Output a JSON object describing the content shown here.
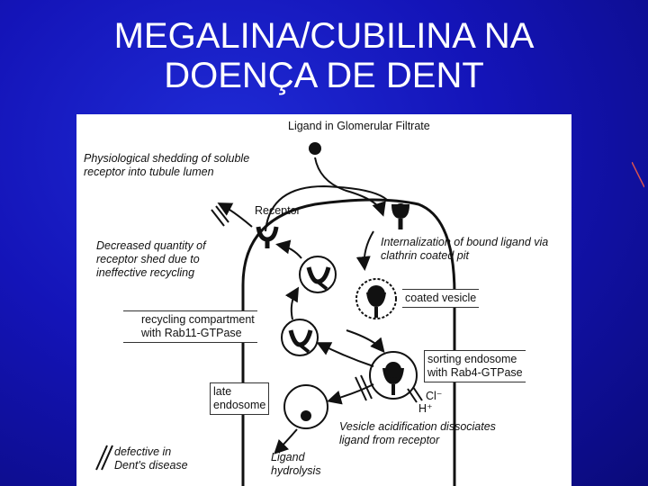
{
  "title": {
    "line1": "MEGALINA/CUBILINA NA",
    "line2": "DOENÇA DE DENT"
  },
  "figure": {
    "ligand_label": "Ligand in Glomerular Filtrate",
    "shedding_label": "Physiological shedding of soluble\nreceptor into tubule lumen",
    "receptor_label": "Receptor",
    "decreased_label": "Decreased quantity of\nreceptor shed due to\nineffective recycling",
    "internalization_label": "Internalization of bound ligand via\nclathrin coated pit",
    "coated_vesicle_label": "coated vesicle",
    "recycling_label": "recycling compartment\nwith Rab11-GTPase",
    "sorting_label": "sorting endosome\nwith Rab4-GTPase",
    "late_endosome_label": "late\nendosome",
    "cl_label": "Cl⁻",
    "h_label": "H⁺",
    "acidification_label": "Vesicle acidification dissociates\nligand from receptor",
    "hydrolysis_label": "Ligand\nhydrolysis",
    "legend_label": "defective in\nDent's disease"
  },
  "colors": {
    "background": "#1414b8",
    "title": "#ffffff",
    "ink": "#111111"
  }
}
